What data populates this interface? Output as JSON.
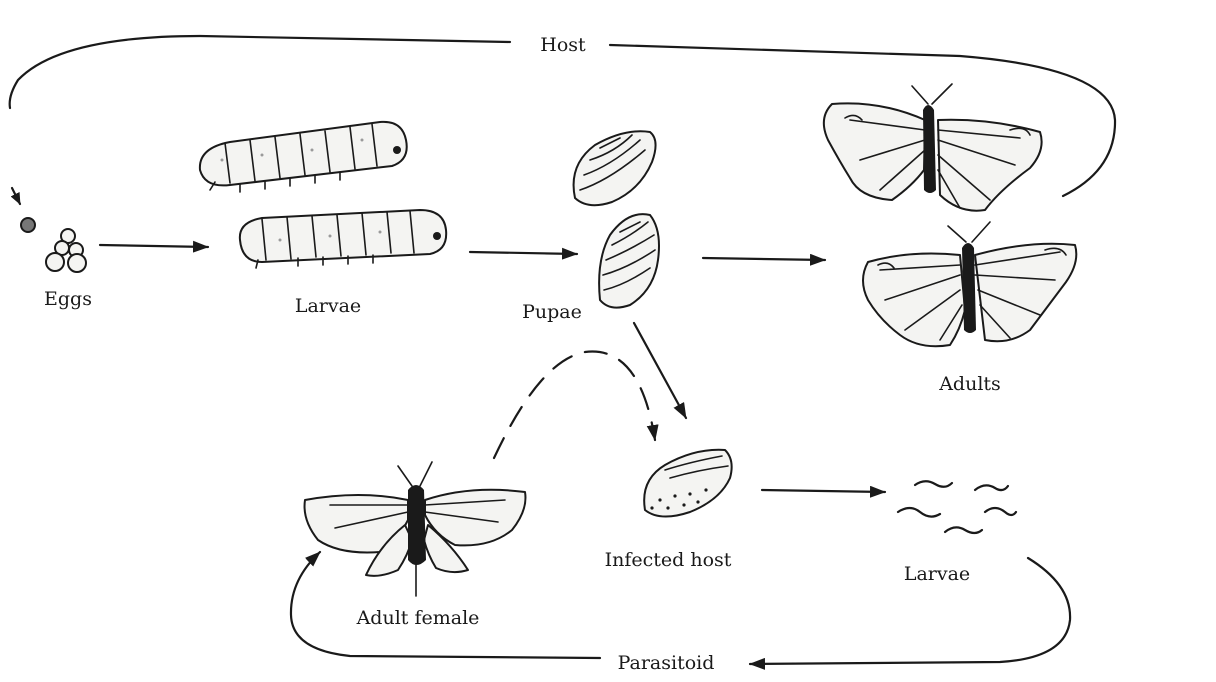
{
  "diagram": {
    "labels": {
      "host": "Host",
      "eggs": "Eggs",
      "host_larvae": "Larvae",
      "pupae": "Pupae",
      "adults": "Adults",
      "adult_female": "Adult female",
      "infected_host": "Infected host",
      "parasitoid_larvae": "Larvae",
      "parasitoid": "Parasitoid"
    },
    "icons": [
      "eggs-icon",
      "caterpillar-icon",
      "pupa-icon",
      "butterfly-icon",
      "moth-icon",
      "infected-pupa-icon",
      "parasitoid-larvae-icon",
      "arrow-icon"
    ]
  }
}
